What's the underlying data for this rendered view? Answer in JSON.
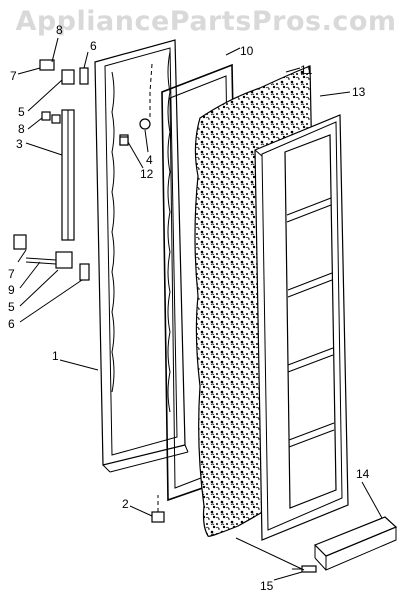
{
  "watermark": "AppliancePartsPros.com",
  "labels": {
    "p1": "1",
    "p2": "2",
    "p3": "3",
    "p4": "4",
    "p5a": "5",
    "p5b": "5",
    "p6a": "6",
    "p6b": "6",
    "p7a": "7",
    "p7b": "7",
    "p8": "8",
    "p9": "9",
    "p10": "10",
    "p11": "11",
    "p12": "12",
    "p13": "13",
    "p14": "14",
    "p15": "15"
  }
}
